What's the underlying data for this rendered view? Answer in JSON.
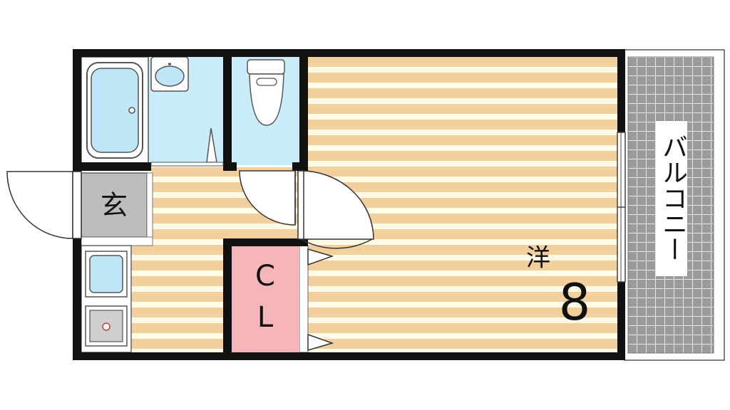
{
  "labels": {
    "genkan": "玄",
    "closet_line1": "C",
    "closet_line2": "L",
    "western_room": "洋",
    "room_size": "8",
    "balcony": "バルコニー"
  },
  "colors": {
    "wall": "#111111",
    "floor_stripe_a": "#f2cf9c",
    "floor_stripe_b": "#fffbe6",
    "wet_area": "#c8ecfa",
    "fixture": "#bfe6f6",
    "closet": "#f6b5b8",
    "genkan_floor": "#bdbdbd",
    "balcony_tile": "#9a9a9a",
    "balcony_grid": "#e0e0e0"
  }
}
